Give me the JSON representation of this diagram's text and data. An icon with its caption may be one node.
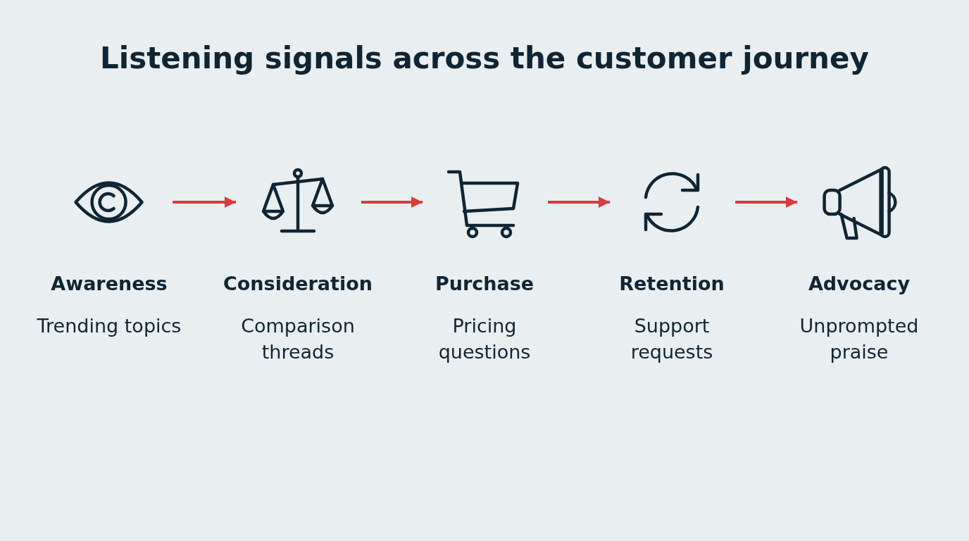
{
  "diagram": {
    "title": "Listening signals across the customer journey",
    "nodes": [
      {
        "text": [
          "Awareness",
          "Trending topics"
        ]
      },
      {
        "text": [
          "Consideration",
          "Comparison threads"
        ]
      },
      {
        "text": [
          "Purchase",
          "Pricing questions"
        ]
      },
      {
        "text": [
          "Retention",
          "Support requests"
        ]
      },
      {
        "text": [
          "Advocacy",
          "Unprompted praise"
        ]
      }
    ],
    "edges": [
      {
        "from": 0,
        "to": 1,
        "arrow": "to"
      },
      {
        "from": 1,
        "to": 2,
        "arrow": "to"
      },
      {
        "from": 2,
        "to": 3,
        "arrow": "to"
      },
      {
        "from": 3,
        "to": 4,
        "arrow": "to"
      }
    ]
  }
}
